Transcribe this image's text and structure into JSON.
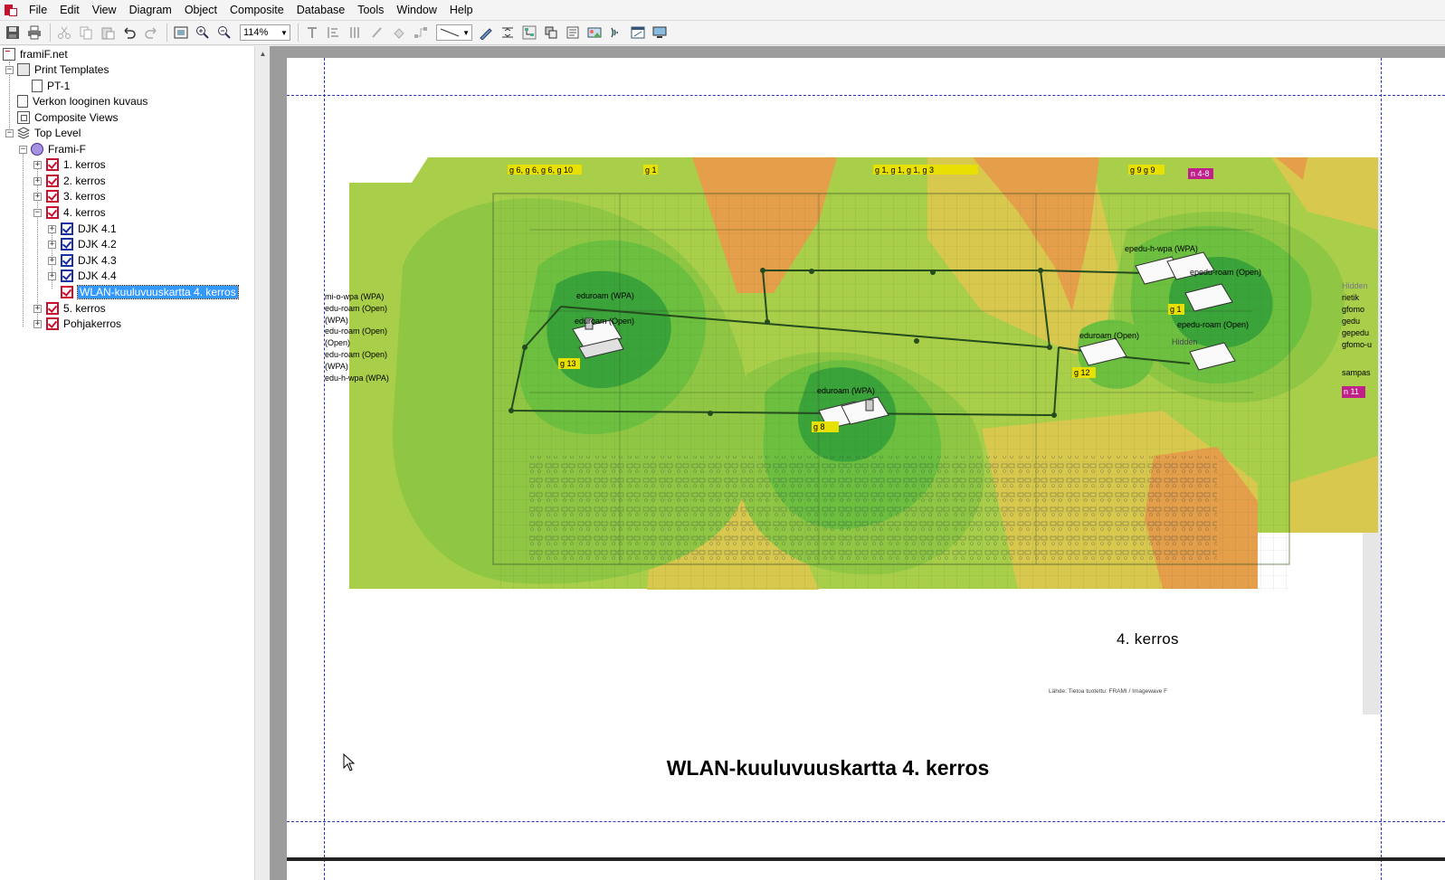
{
  "menu": [
    "File",
    "Edit",
    "View",
    "Diagram",
    "Object",
    "Composite",
    "Database",
    "Tools",
    "Window",
    "Help"
  ],
  "toolbar": {
    "zoom": "114%"
  },
  "tree": {
    "root": "framiF.net",
    "print_templates": "Print Templates",
    "pt1": "PT-1",
    "logical": "Verkon looginen kuvaus",
    "composite_views": "Composite Views",
    "top_level": "Top Level",
    "frami": "Frami-F",
    "floor1": "1. kerros",
    "floor2": "2. kerros",
    "floor3": "3. kerros",
    "floor4": "4. kerros",
    "djk41": "DJK 4.1",
    "djk42": "DJK 4.2",
    "djk43": "DJK 4.3",
    "djk44": "DJK 4.4",
    "wlan": "WLAN-kuuluvuuskartta 4. kerros",
    "floor5": "5. kerros",
    "basement": "Pohjakerros"
  },
  "canvas": {
    "floor_label": "4. kerros",
    "source_note": "Lähde: Tietoa tuotettu: FRAMI / Imagewave F",
    "title": "WLAN-kuuluvuuskartta 4. kerros"
  },
  "map_labels": {
    "top1": "g 6, g 6, g 6, g 10",
    "top2": "g 1",
    "top3": "g 1, g 1, g 1, g 3",
    "top4": "g 9 g 9",
    "tag_n48": "n 4-8",
    "g13": "g 13",
    "g12": "g 12",
    "g8": "g 8",
    "g1_right": "g 1",
    "n11": "n 11",
    "ssid_left": [
      "mi-o-wpa (WPA)",
      "edu-roam (Open)",
      "(WPA)",
      "edu-roam (Open)",
      "(Open)",
      "edu-roam (Open)",
      "(WPA)",
      "edu-h-wpa (WPA)"
    ],
    "ssid_ap1": "epedu-h-wpa (WPA)",
    "ssid_ap2": "epedu-roam (Open)",
    "ssid_ap3": "epedu-roam (Open)",
    "ssid_ap4": "eduroam (Open)",
    "ssid_ap5": "eduroam (WPA)",
    "hidden": "Hidden",
    "sampas": "sampas",
    "ssid_right": [
      "rietik",
      "gfomo",
      "gedu",
      "gepedu",
      "gfomo-u"
    ]
  },
  "colors": {
    "heat_orange": "#e59f4a",
    "heat_yellow": "#d9c84e",
    "heat_lightgreen": "#a9cf4a",
    "heat_green": "#6cbf3f",
    "heat_darkgreen": "#3aa33a",
    "selection": "#3399ff",
    "tag_magenta": "#c0208a",
    "tag_yellow": "#e8e000"
  }
}
